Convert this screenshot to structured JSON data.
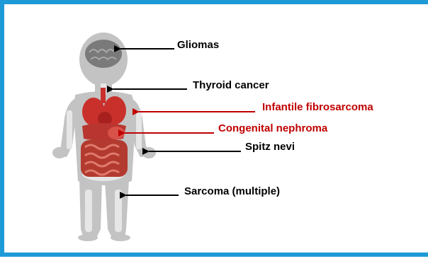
{
  "labels": {
    "gliomas": "Gliomas",
    "thyroid": "Thyroid cancer",
    "fibrosarcoma": "Infantile fibrosarcoma",
    "nephroma": "Congenital nephroma",
    "spitz": "Spitz nevi",
    "sarcoma": "Sarcoma (multiple)"
  },
  "colors": {
    "frame": "#1e9ad6",
    "body_silhouette": "#c3c3c3",
    "skeleton": "#e6e6e6",
    "brain": "#7a7a7a",
    "organ_red": "#c9302c",
    "intestine": "#b33a2e",
    "black_label": "#000000",
    "red_label": "#c00000"
  }
}
